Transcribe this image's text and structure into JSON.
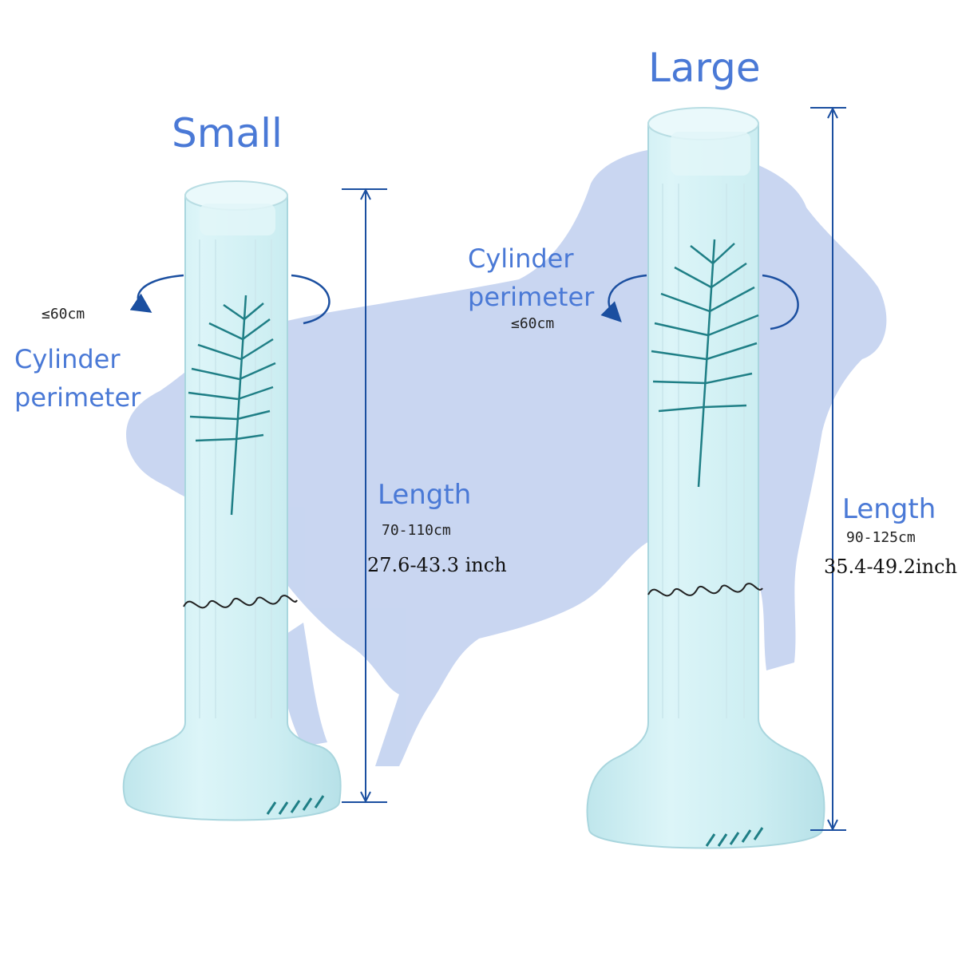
{
  "sizes": {
    "small": {
      "title": "Small",
      "perimeter_value": "≤60cm",
      "perimeter_label_line1": "Cylinder",
      "perimeter_label_line2": "perimeter",
      "length_label": "Length",
      "length_cm": "70-110cm",
      "length_inch": "27.6-43.3 inch"
    },
    "large": {
      "title": "Large",
      "perimeter_label_line1": "Cylinder",
      "perimeter_label_line2": "perimeter",
      "perimeter_value": "≤60cm",
      "length_label": "Length",
      "length_cm": "90-125cm",
      "length_inch": "35.4-49.2inch"
    }
  },
  "colors": {
    "label_blue": "#4a79d6",
    "product_body": "#cfeef2",
    "dog_silhouette": "#c3d2f0",
    "leaf_teal": "#1f7f86",
    "arrow_dark_blue": "#1b4fa0"
  }
}
